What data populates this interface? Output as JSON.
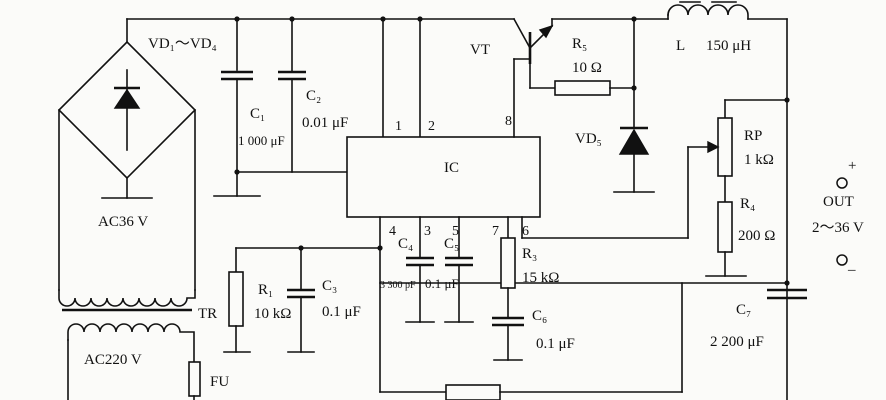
{
  "bridge": {
    "label": "VD₁～VD₄",
    "source": "AC36 V"
  },
  "transformer": {
    "label": "TR",
    "primary": "AC220 V"
  },
  "fuse": {
    "label": "FU"
  },
  "c1": {
    "name": "C₁",
    "value": "1 000 μF"
  },
  "c2": {
    "name": "C₂",
    "value": "0.01 μF"
  },
  "vt": {
    "label": "VT"
  },
  "r5": {
    "name": "R₅",
    "value": "10 Ω"
  },
  "inductor": {
    "name": "L",
    "value": "150 μH"
  },
  "vd5": {
    "name": "VD₅"
  },
  "ic": {
    "label": "IC",
    "pins": [
      "1",
      "2",
      "8",
      "4",
      "3",
      "5",
      "7",
      "6"
    ]
  },
  "rp": {
    "name": "RP",
    "value": "1 kΩ"
  },
  "r4": {
    "name": "R₄",
    "value": "200 Ω"
  },
  "output": {
    "label": "OUT",
    "range": "2～36 V",
    "plus": "+",
    "minus": "–"
  },
  "c4": {
    "name": "C₄",
    "value": "3 300 pF"
  },
  "c5": {
    "name": "C₅",
    "value": "0.1 μF"
  },
  "r3": {
    "name": "R₃",
    "value": "15 kΩ"
  },
  "c6": {
    "name": "C₆",
    "value": "0.1 μF"
  },
  "r1": {
    "name": "R₁",
    "value": "10 kΩ"
  },
  "c3": {
    "name": "C₃",
    "value": "0.1 μF"
  },
  "c7": {
    "name": "C₇",
    "value": "2 200  μF"
  }
}
